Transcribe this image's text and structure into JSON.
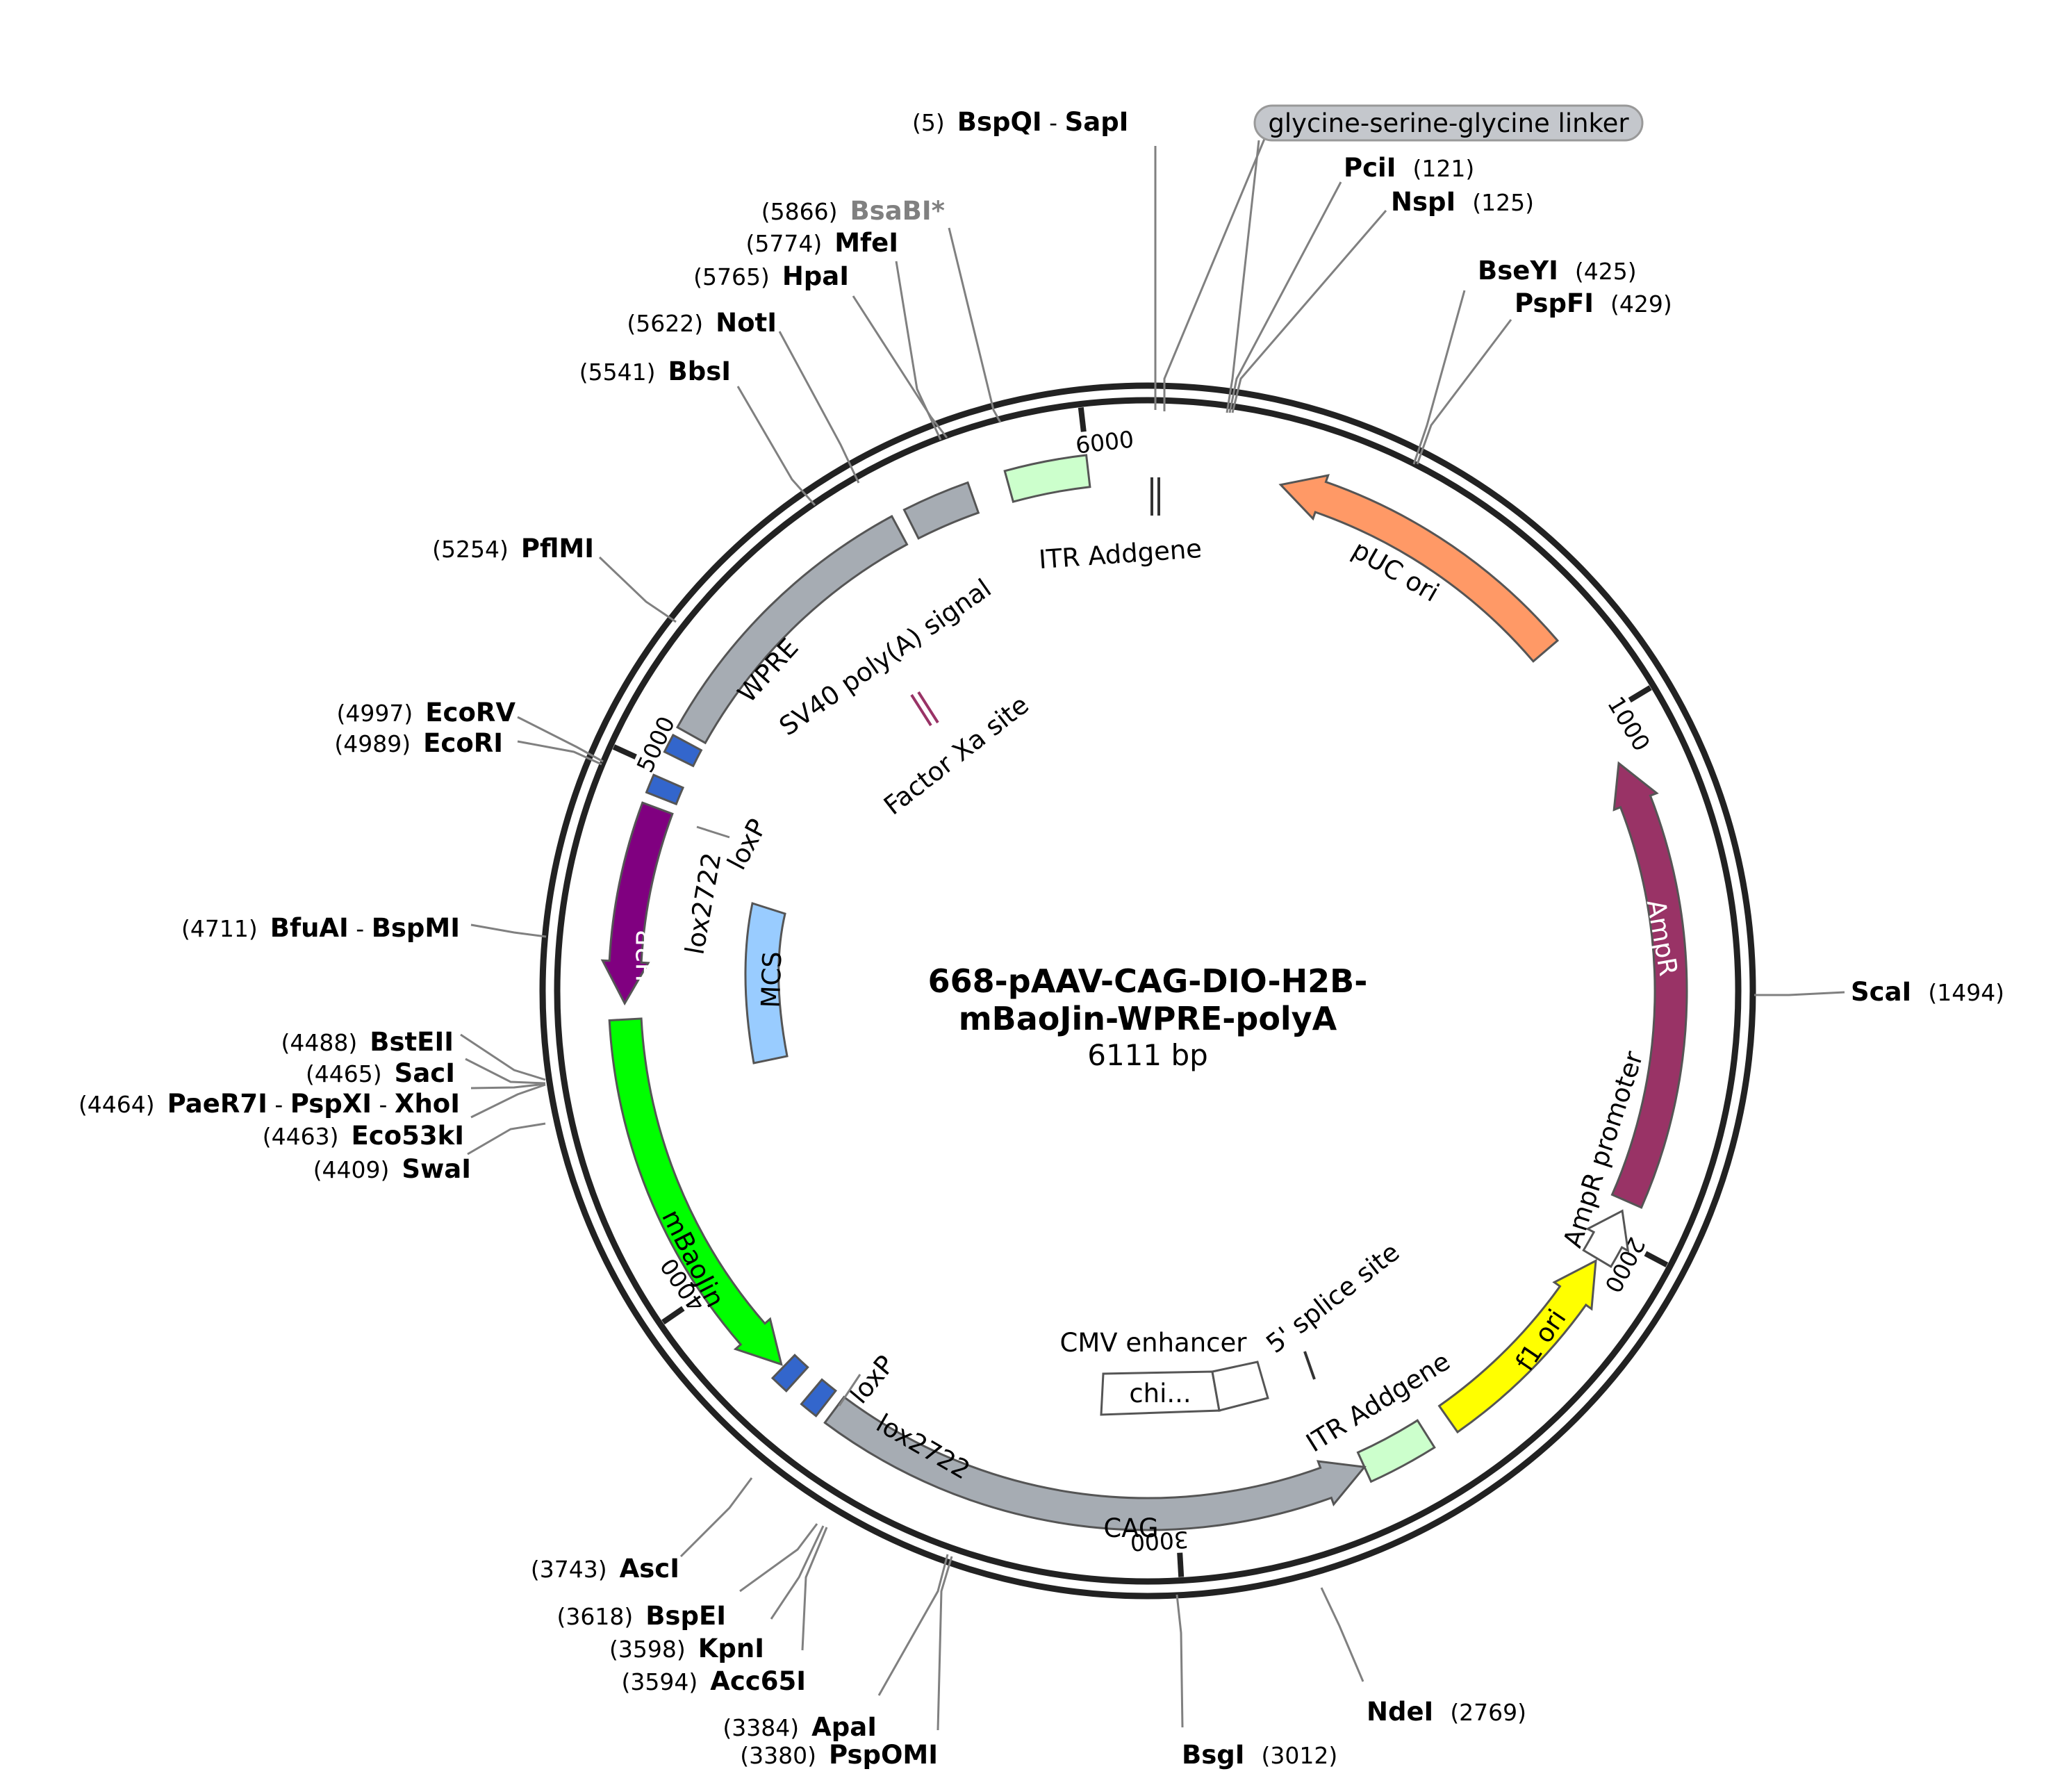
{
  "plasmid": {
    "title_line1": "668-pAAV-CAG-DIO-H2B-",
    "title_line2": "mBaoJin-WPRE-polyA",
    "size_text": "6111 bp",
    "length": 6111
  },
  "ticks": [
    {
      "pos": 1000,
      "label": "1000"
    },
    {
      "pos": 2000,
      "label": "2000"
    },
    {
      "pos": 3000,
      "label": "3000"
    },
    {
      "pos": 4000,
      "label": "4000"
    },
    {
      "pos": 5000,
      "label": "5000"
    },
    {
      "pos": 6000,
      "label": "6000"
    }
  ],
  "features": [
    {
      "key": "pucori",
      "label": "pUC ori",
      "start": 250,
      "end": 840,
      "strand": -1,
      "color": "#ff9966"
    },
    {
      "key": "ampr",
      "label": "AmpR",
      "start": 1090,
      "end": 1930,
      "strand": -1,
      "color": "#993366"
    },
    {
      "key": "ampr-promoter",
      "label": "AmpR promoter",
      "start": 1950,
      "end": 2050,
      "strand": -1,
      "color": "#ffffff"
    },
    {
      "key": "f1ori",
      "label": "f1 ori",
      "start": 2055,
      "end": 2460,
      "strand": -1,
      "color": "#ffff00"
    },
    {
      "key": "itr-2",
      "label": "ITR Addgene",
      "start": 2510,
      "end": 2640,
      "strand": 0,
      "color": "#ccffcc"
    },
    {
      "key": "cag",
      "label": "CAG",
      "start": 2640,
      "end": 3680,
      "strand": -1,
      "color": "#a6acb3"
    },
    {
      "key": "lox2722-1",
      "label": "lox2722",
      "start": 3700,
      "end": 3734,
      "strand": 0,
      "color": "#3366cc"
    },
    {
      "key": "loxp-1",
      "label": "loxP",
      "start": 3770,
      "end": 3804,
      "strand": 0,
      "color": "#3366cc"
    },
    {
      "key": "mbaojin",
      "label": "mBaoJin",
      "start": 3810,
      "end": 4530,
      "strand": -1,
      "color": "#00ff00"
    },
    {
      "key": "h2b",
      "label": "H2B",
      "start": 4560,
      "end": 4930,
      "strand": -1,
      "color": "#800080"
    },
    {
      "key": "lox2722-2",
      "label": "lox2722",
      "start": 4950,
      "end": 4984,
      "strand": 0,
      "color": "#3366cc"
    },
    {
      "key": "loxp-2",
      "label": "loxP",
      "start": 5030,
      "end": 5064,
      "strand": 0,
      "color": "#3366cc"
    },
    {
      "key": "wpre",
      "label": "WPRE",
      "start": 5080,
      "end": 5630,
      "strand": 0,
      "color": "#a6acb3"
    },
    {
      "key": "sv40",
      "label": "SV40 poly(A) signal",
      "start": 5655,
      "end": 5780,
      "strand": 0,
      "color": "#a6acb3"
    },
    {
      "key": "itr-1",
      "label": "ITR Addgene",
      "start": 5850,
      "end": 6000,
      "strand": 0,
      "color": "#ccffcc"
    }
  ],
  "inner_features": [
    {
      "key": "mcs",
      "label": "MCS",
      "color": "#99ccff"
    },
    {
      "key": "chi",
      "label": "chi..."
    },
    {
      "key": "cmv-enhancer",
      "label": "CMV enhancer"
    },
    {
      "key": "splice-site",
      "label": "5' splice site"
    },
    {
      "key": "factor-xa",
      "label": "Factor Xa site"
    },
    {
      "key": "gsg-linker",
      "label": "glycine-serine-glycine linker"
    }
  ],
  "sites": [
    {
      "pos": "(5)",
      "parts": [
        {
          "t": "BspQI",
          "b": true
        },
        {
          "t": " - ",
          "b": false
        },
        {
          "t": "SapI",
          "b": true
        }
      ]
    },
    {
      "pos": "(121)",
      "parts": [
        {
          "t": "PciI",
          "b": true
        }
      ]
    },
    {
      "pos": "(125)",
      "parts": [
        {
          "t": "NspI",
          "b": true
        }
      ]
    },
    {
      "pos": "(425)",
      "parts": [
        {
          "t": "BseYI",
          "b": true
        }
      ]
    },
    {
      "pos": "(429)",
      "parts": [
        {
          "t": "PspFI",
          "b": true
        }
      ]
    },
    {
      "pos": "(1494)",
      "parts": [
        {
          "t": "ScaI",
          "b": true
        }
      ]
    },
    {
      "pos": "(2769)",
      "parts": [
        {
          "t": "NdeI",
          "b": true
        }
      ]
    },
    {
      "pos": "(3012)",
      "parts": [
        {
          "t": "BsgI",
          "b": true
        }
      ]
    },
    {
      "pos": "(3380)",
      "parts": [
        {
          "t": "PspOMI",
          "b": true
        }
      ]
    },
    {
      "pos": "(3384)",
      "parts": [
        {
          "t": "ApaI",
          "b": true
        }
      ]
    },
    {
      "pos": "(3594)",
      "parts": [
        {
          "t": "Acc65I",
          "b": true
        }
      ]
    },
    {
      "pos": "(3598)",
      "parts": [
        {
          "t": "KpnI",
          "b": true
        }
      ]
    },
    {
      "pos": "(3618)",
      "parts": [
        {
          "t": "BspEI",
          "b": true
        }
      ]
    },
    {
      "pos": "(3743)",
      "parts": [
        {
          "t": "AscI",
          "b": true
        }
      ]
    },
    {
      "pos": "(4409)",
      "parts": [
        {
          "t": "SwaI",
          "b": true
        }
      ]
    },
    {
      "pos": "(4463)",
      "parts": [
        {
          "t": "Eco53kI",
          "b": true
        }
      ]
    },
    {
      "pos": "(4464)",
      "parts": [
        {
          "t": "PaeR7I",
          "b": true
        },
        {
          "t": " - ",
          "b": false
        },
        {
          "t": "PspXI",
          "b": true
        },
        {
          "t": " - ",
          "b": false
        },
        {
          "t": "XhoI",
          "b": true
        }
      ]
    },
    {
      "pos": "(4465)",
      "parts": [
        {
          "t": "SacI",
          "b": true
        }
      ]
    },
    {
      "pos": "(4488)",
      "parts": [
        {
          "t": "BstEII",
          "b": true
        }
      ]
    },
    {
      "pos": "(4711)",
      "parts": [
        {
          "t": "BfuAI",
          "b": true
        },
        {
          "t": " - ",
          "b": false
        },
        {
          "t": "BspMI",
          "b": true
        }
      ]
    },
    {
      "pos": "(4989)",
      "parts": [
        {
          "t": "EcoRI",
          "b": true
        }
      ]
    },
    {
      "pos": "(4997)",
      "parts": [
        {
          "t": "EcoRV",
          "b": true
        }
      ]
    },
    {
      "pos": "(5254)",
      "parts": [
        {
          "t": "PflMI",
          "b": true
        }
      ]
    },
    {
      "pos": "(5541)",
      "parts": [
        {
          "t": "BbsI",
          "b": true
        }
      ]
    },
    {
      "pos": "(5622)",
      "parts": [
        {
          "t": "NotI",
          "b": true
        }
      ]
    },
    {
      "pos": "(5765)",
      "parts": [
        {
          "t": "HpaI",
          "b": true
        }
      ]
    },
    {
      "pos": "(5774)",
      "parts": [
        {
          "t": "MfeI",
          "b": true
        }
      ]
    },
    {
      "pos": "(5866)",
      "parts": [
        {
          "t": "BsaBI*",
          "b": true,
          "grey": true
        }
      ]
    }
  ]
}
